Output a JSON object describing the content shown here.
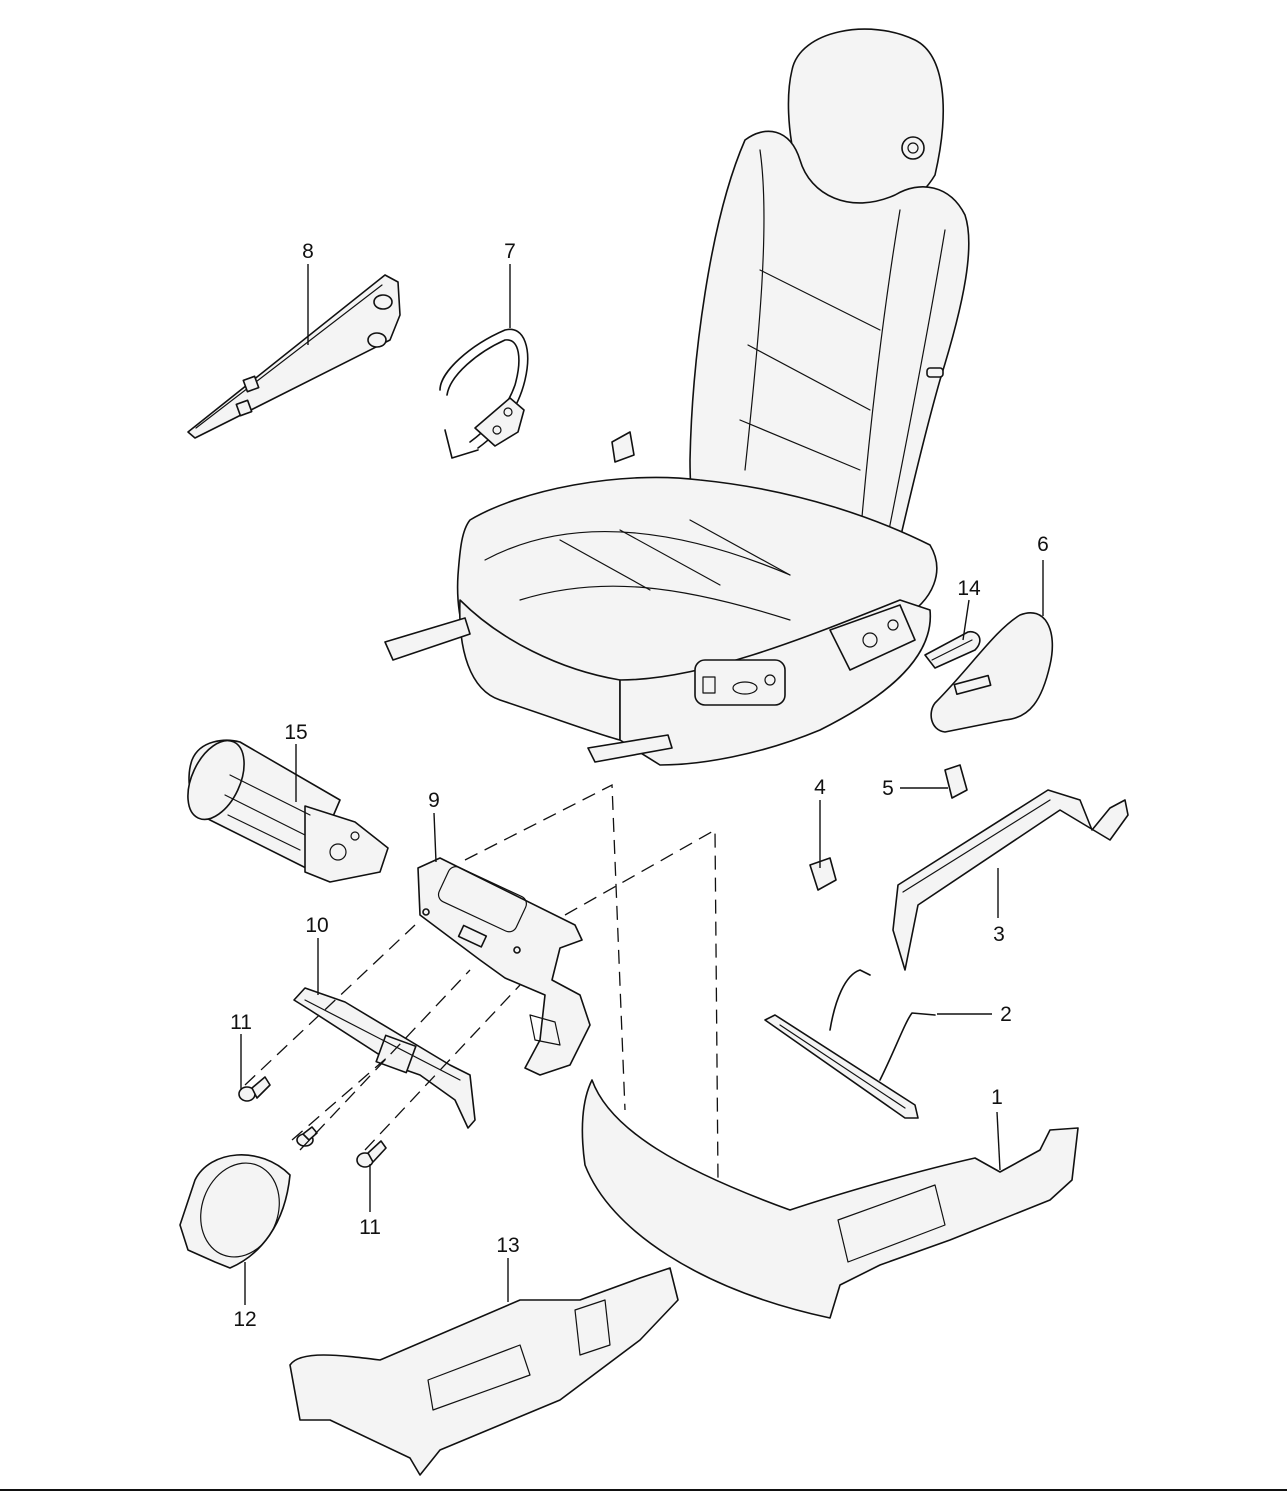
{
  "callouts": {
    "c1": "1",
    "c2": "2",
    "c3": "3",
    "c4": "4",
    "c5": "5",
    "c6": "6",
    "c7": "7",
    "c8": "8",
    "c9": "9",
    "c10": "10",
    "c11a": "11",
    "c11b": "11",
    "c12": "12",
    "c13": "13",
    "c14": "14",
    "c15": "15"
  },
  "colors": {
    "line": "#111111",
    "fill": "#f4f4f4",
    "background": "#ffffff"
  }
}
